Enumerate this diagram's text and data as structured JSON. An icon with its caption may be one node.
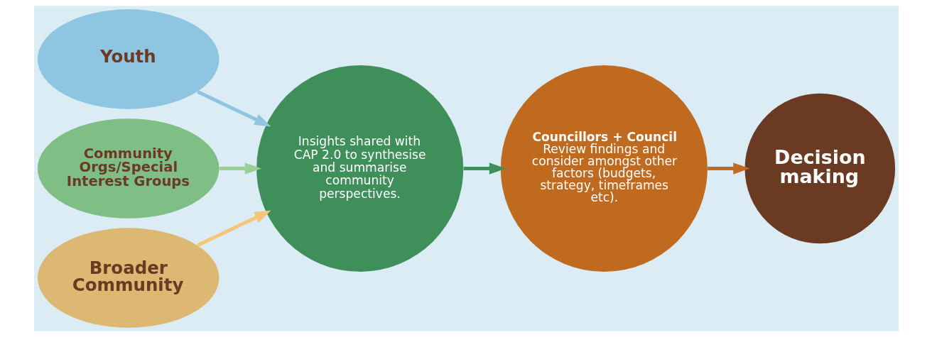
{
  "diagram": {
    "nodes": [
      {
        "text": [
          "Youth"
        ]
      },
      {
        "text": [
          "Community Orgs/Special Interest Groups"
        ]
      },
      {
        "text": [
          "Broader Community"
        ]
      },
      {
        "text": [
          "Insights shared with CAP 2.0 to synthesise and summarise community perspectives."
        ]
      },
      {
        "text": [
          "Councillors + Council",
          "Review findings and consider amongst other factors (budgets, strategy, timeframes etc)."
        ]
      },
      {
        "text": [
          "Decision making"
        ]
      }
    ],
    "edges": [
      {
        "from": 0,
        "to": 3,
        "arrow": "to",
        "color": "#8ec6e2"
      },
      {
        "from": 1,
        "to": 3,
        "arrow": "to",
        "color": "#9ccf97"
      },
      {
        "from": 2,
        "to": 3,
        "arrow": "to",
        "color": "#f7c57a"
      },
      {
        "from": 3,
        "to": 4,
        "arrow": "to",
        "color": "#3f8f5a"
      },
      {
        "from": 4,
        "to": 5,
        "arrow": "to",
        "color": "#c06a20"
      }
    ]
  }
}
